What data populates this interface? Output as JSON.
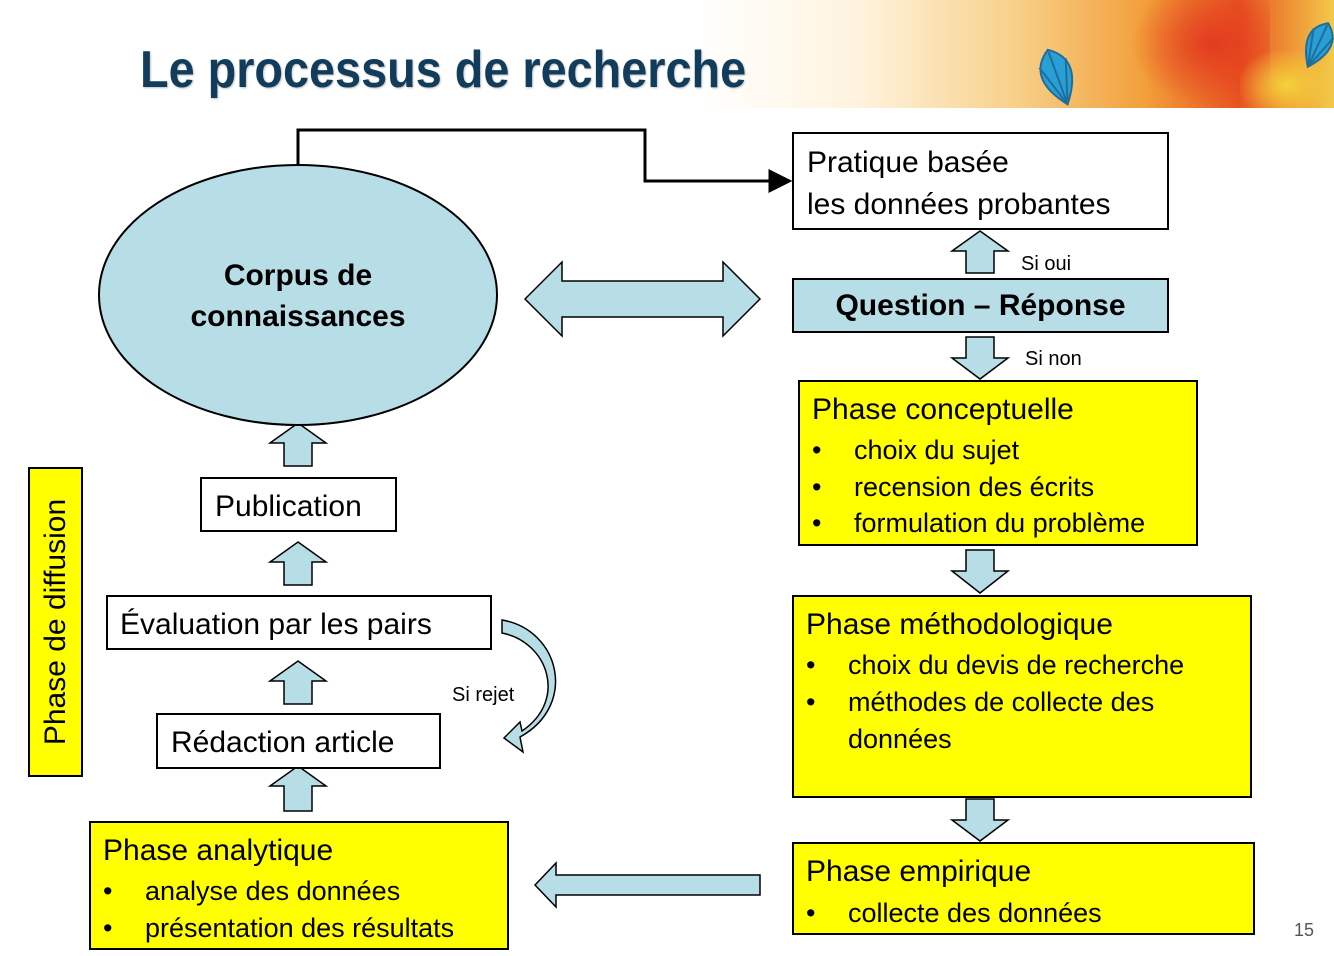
{
  "title": "Le processus de recherche",
  "page_number": "15",
  "ellipse": {
    "line1": "Corpus de",
    "line2": "connaissances"
  },
  "boxes": {
    "publication": "Publication",
    "evaluation": "Évaluation par les pairs",
    "redaction": "Rédaction article",
    "pratique": {
      "line1": "Pratique basée",
      "line2": "les données probantes"
    },
    "question": "Question – Réponse",
    "conceptuelle": {
      "title": "Phase conceptuelle",
      "items": [
        "choix du sujet",
        "recension des écrits",
        "formulation du problème"
      ]
    },
    "methodologique": {
      "title": "Phase méthodologique",
      "items": [
        "choix du devis de recherche",
        "méthodes de collecte des",
        "données"
      ]
    },
    "empirique": {
      "title": "Phase empirique",
      "items": [
        "collecte des données"
      ]
    },
    "analytique": {
      "title": "Phase analytique",
      "items": [
        "analyse des données",
        "présentation des résultats"
      ]
    }
  },
  "labels": {
    "si_oui": "Si oui",
    "si_non": "Si non",
    "si_rejet": "Si rejet",
    "phase_diffusion": "Phase de diffusion"
  },
  "colors": {
    "title": "#123c5c",
    "yellow": "#ffff00",
    "light_blue": "#b7dde6"
  }
}
